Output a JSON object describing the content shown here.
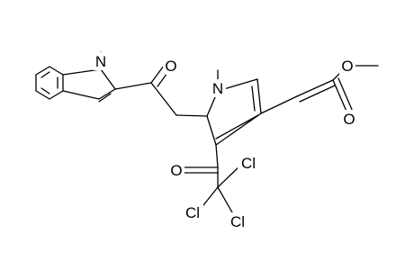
{
  "structure": {
    "atom_labels": {
      "n_indole": "N",
      "o_ketone_indole": "O",
      "n_pyridine": "N",
      "o_ester_ether": "O",
      "o_ester_carbonyl": "O",
      "o_trichloroacetyl": "O",
      "cl_1": "Cl",
      "cl_2": "Cl",
      "cl_3": "Cl"
    },
    "colors": {
      "bond": "#000000",
      "label": "#000000",
      "background": "#ffffff"
    }
  }
}
